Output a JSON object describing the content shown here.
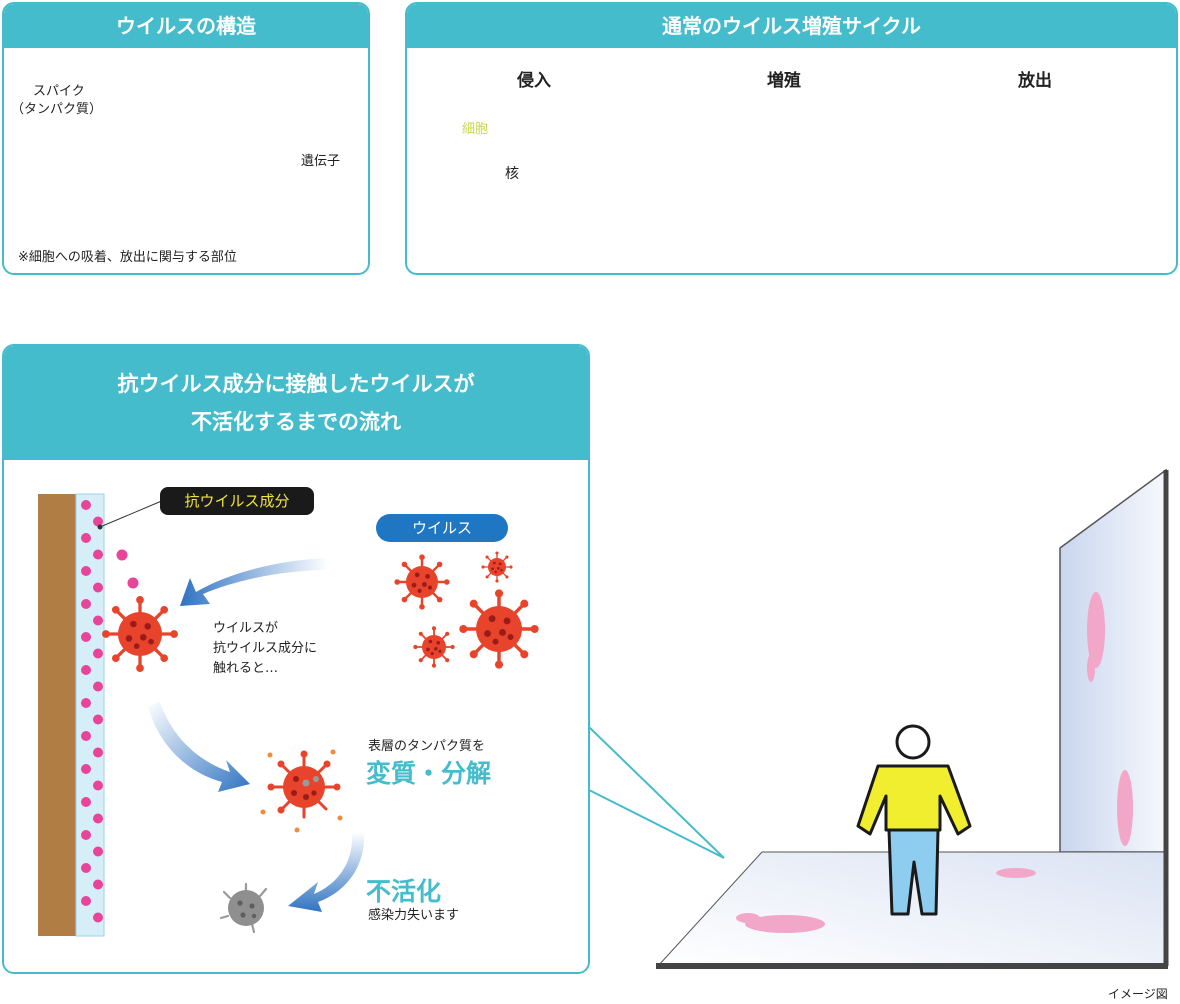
{
  "structure": {
    "title": "ウイルスの構造",
    "spike_label_line1": "スパイク",
    "spike_label_line2": "（タンパク質）",
    "gene_label": "遺伝子",
    "note": "※細胞への吸着、放出に関与する部位"
  },
  "cycle": {
    "title": "通常のウイルス増殖サイクル",
    "stages": [
      {
        "label": "侵入"
      },
      {
        "label": "増殖"
      },
      {
        "label": "放出"
      }
    ],
    "cell_label": "細胞",
    "nucleus_label": "核"
  },
  "flow": {
    "title_line1": "抗ウイルス成分に接触したウイルスが",
    "title_line2": "不活化するまでの流れ",
    "agent_tag": "抗ウイルス成分",
    "virus_tag": "ウイルス",
    "contact_line1": "ウイルスが",
    "contact_line2": "抗ウイルス成分に",
    "contact_line3": "触れると…",
    "protein_text": "表層のタンパク質を",
    "denature_text": "変質・分解",
    "inactivate_text": "不活化",
    "inactivate_sub": "感染力失います"
  },
  "footer": {
    "image_note": "イメージ図"
  },
  "colors": {
    "teal": "#45bccb",
    "virus_red": "#e8442b",
    "virus_dark": "#9b1b1b",
    "pink": "#e8449a",
    "wall_brown": "#b07d45",
    "nucleus_green": "#d6e05a",
    "cell_border": "#d8e470",
    "navy_tag": "#1a1a1a",
    "blue_tag": "#1f77c4"
  }
}
